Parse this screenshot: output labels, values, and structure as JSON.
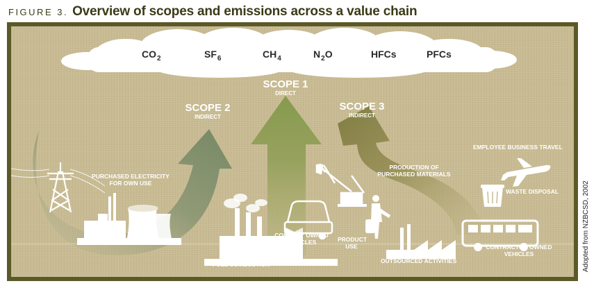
{
  "figure": {
    "label": "FIGURE 3.",
    "title": "Overview of scopes and emissions across a value chain"
  },
  "gases": [
    {
      "base": "CO",
      "sub": "2"
    },
    {
      "base": "SF",
      "sub": "6"
    },
    {
      "base": "CH",
      "sub": "4"
    },
    {
      "base": "N",
      "sub": "2",
      "tail": "O"
    },
    {
      "base": "HFCs",
      "sub": ""
    },
    {
      "base": "PFCs",
      "sub": ""
    }
  ],
  "scopes": {
    "scope1": {
      "title": "SCOPE 1",
      "sub": "DIRECT"
    },
    "scope2": {
      "title": "SCOPE 2",
      "sub": "INDIRECT"
    },
    "scope3": {
      "title": "SCOPE 3",
      "sub": "INDIRECT"
    }
  },
  "labels": {
    "purchased_electricity": [
      "PURCHASED ELECTRICITY",
      "FOR OWN USE"
    ],
    "fuel_combustion": "FUEL COMBUSTION",
    "company_vehicles": [
      "COMPANY OWNED",
      "VEHICLES"
    ],
    "product_use": [
      "PRODUCT",
      "USE"
    ],
    "production_materials": [
      "PRODUCTION OF",
      "PURCHASED MATERIALS"
    ],
    "outsourced": "OUTSOURCED ACTIVITIES",
    "employee_travel": "EMPLOYEE BUSINESS TRAVEL",
    "waste_disposal": "WASTE DISPOSAL",
    "contractor_vehicles": [
      "CONTRACTOR OWNED",
      "VEHICLES"
    ]
  },
  "source": "Adopted from NZBCSD, 2002",
  "colors": {
    "frame": "#5a5928",
    "background": "#c8bb93",
    "cloud": "#ffffff",
    "scope1_arrow": "#8e9b52",
    "scope2_arrow": "#7a8c6a",
    "scope3_arrow": "#8a8448"
  },
  "icons": [
    "pylon-icon",
    "power-plant-icon",
    "factory-icon",
    "car-icon",
    "crane-icon",
    "worker-icon",
    "plane-icon",
    "trash-bin-icon",
    "bus-icon",
    "cloud-icon"
  ]
}
